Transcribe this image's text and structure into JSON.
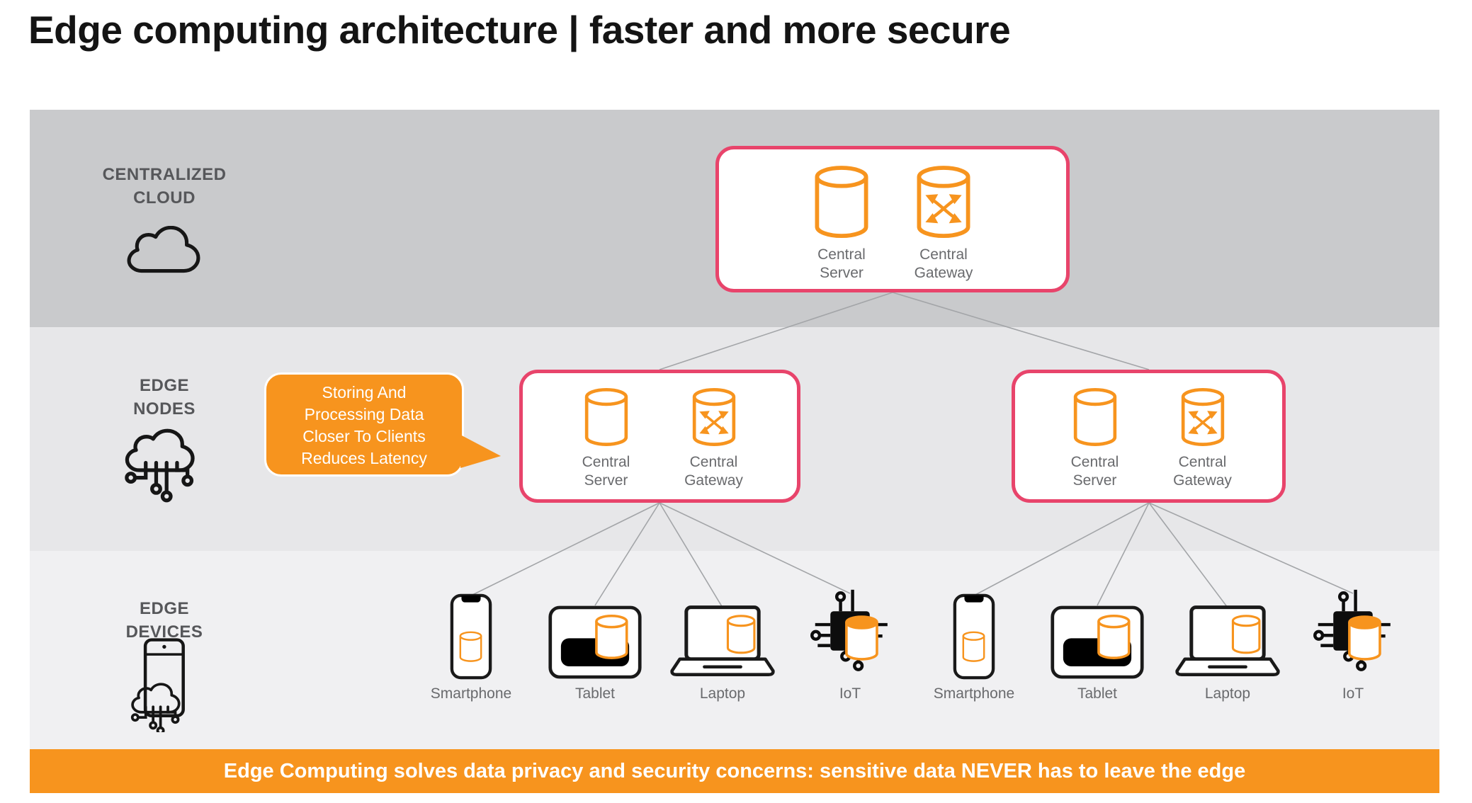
{
  "title": "Edge computing architecture | faster and more secure",
  "bands": [
    {
      "name": "centralized-cloud",
      "line1": "CENTRALIZED",
      "line2": "CLOUD",
      "icon": "cloud-icon"
    },
    {
      "name": "edge-nodes",
      "line1": "EDGE",
      "line2": "NODES",
      "icon": "cloud-network-icon"
    },
    {
      "name": "edge-devices",
      "line1": "EDGE",
      "line2": "DEVICES",
      "icon": "smartphone-cloud-icon"
    }
  ],
  "boxes": [
    {
      "name": "central-cloud-box",
      "items": [
        {
          "icon": "database-icon",
          "label": "Central Server"
        },
        {
          "icon": "database-gateway-icon",
          "label": "Central Gateway"
        }
      ]
    },
    {
      "name": "edge-node-left-box",
      "items": [
        {
          "icon": "database-icon",
          "label": "Central Server"
        },
        {
          "icon": "database-gateway-icon",
          "label": "Central Gateway"
        }
      ]
    },
    {
      "name": "edge-node-right-box",
      "items": [
        {
          "icon": "database-icon",
          "label": "Central Server"
        },
        {
          "icon": "database-gateway-icon",
          "label": "Central Gateway"
        }
      ]
    }
  ],
  "callout": {
    "lines": [
      "Storing And",
      "Processing Data",
      "Closer To Clients",
      "Reduces Latency"
    ]
  },
  "device_groups": [
    {
      "devices": [
        {
          "icon": "smartphone-icon",
          "label": "Smartphone"
        },
        {
          "icon": "tablet-icon",
          "label": "Tablet"
        },
        {
          "icon": "laptop-icon",
          "label": "Laptop"
        },
        {
          "icon": "iot-chip-icon",
          "label": "IoT"
        }
      ]
    },
    {
      "devices": [
        {
          "icon": "smartphone-icon",
          "label": "Smartphone"
        },
        {
          "icon": "tablet-icon",
          "label": "Tablet"
        },
        {
          "icon": "laptop-icon",
          "label": "Laptop"
        },
        {
          "icon": "iot-chip-icon",
          "label": "IoT"
        }
      ]
    }
  ],
  "banner": {
    "text": "Edge Computing solves data privacy and security concerns: sensitive data NEVER has to leave the edge"
  },
  "colors": {
    "accent_orange": "#F7941E",
    "node_border_pink": "#E8446B",
    "band_centralized_cloud": "#C9CACC",
    "band_edge_nodes": "#E7E7E9",
    "band_edge_devices": "#F0F0F2",
    "layer_label_gray": "#56575A",
    "caption_gray": "#696A6D",
    "connector_gray": "#A3A5A8"
  }
}
